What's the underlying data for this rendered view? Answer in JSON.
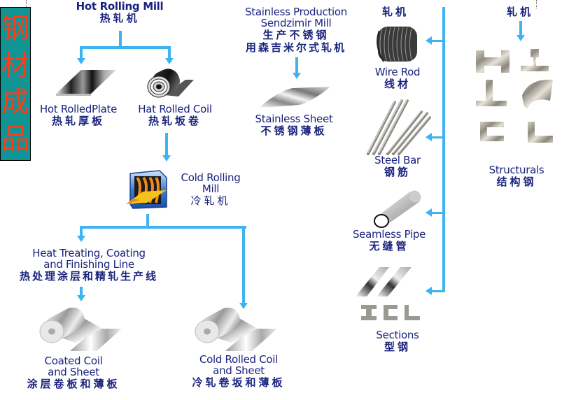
{
  "title_box": {
    "chars": [
      "钢",
      "材",
      "成",
      "品"
    ],
    "bg_color": "#109494",
    "text_color": "#ff3b1a"
  },
  "colors": {
    "arrow": "#3fb3f0",
    "label": "#1a237e"
  },
  "nodes": {
    "hot_rolling_mill": {
      "en": "Hot Rolling Mill",
      "cn": "热轧机"
    },
    "hot_rolled_plate": {
      "en": "Hot RolledPlate",
      "cn": "热轧厚板",
      "icon": "steel-plate-icon"
    },
    "hot_rolled_coil": {
      "en": "Hat Rolled Coil",
      "cn": "热轧坂卷",
      "icon": "steel-coil-icon"
    },
    "cold_rolling_mill": {
      "en1": "Cold Rolling",
      "en2": "Mill",
      "cn": "冷轧机",
      "icon": "rolling-mill-icon"
    },
    "heat_treating": {
      "en1": "Heat Treating, Coating",
      "en2": "and Finishing Line",
      "cn": "热处理涂层和精轧生产线"
    },
    "coated_coil": {
      "en1": "Coated Coil",
      "en2": "and Sheet",
      "cn": "涂层卷板和薄板",
      "icon": "coated-coil-icon"
    },
    "cold_rolled_coil": {
      "en1": "Cold Rolled Coil",
      "en2": "and Sheet",
      "cn": "冷轧卷坂和薄板",
      "icon": "cold-rolled-coil-icon"
    },
    "stainless_production": {
      "en1": "Stainless Production",
      "en2": "Sendzimir Mill",
      "cn1": "生产不锈钢",
      "cn2": "用森吉米尔式轧机"
    },
    "stainless_sheet": {
      "en": "Stainless Sheet",
      "cn": "不锈钢薄板",
      "icon": "stainless-sheet-icon"
    },
    "rolling_mill_top": {
      "cn": "轧机"
    },
    "wire_rod": {
      "en": "Wire Rod",
      "cn": "线材",
      "icon": "wire-rod-coil-icon"
    },
    "steel_bar": {
      "en": "Steel Bar",
      "cn": "钢筋",
      "icon": "steel-bar-icon"
    },
    "seamless_pipe": {
      "en": "Seamless Pipe",
      "cn": "无缝管",
      "icon": "seamless-pipe-icon"
    },
    "sections": {
      "en": "Sections",
      "cn": "型钢",
      "icon": "sections-icon"
    },
    "rolling_mill_right": {
      "cn": "轧机"
    },
    "structurals": {
      "en": "Structurals",
      "cn": "结构钢",
      "icon": "structural-shapes-icon"
    }
  }
}
